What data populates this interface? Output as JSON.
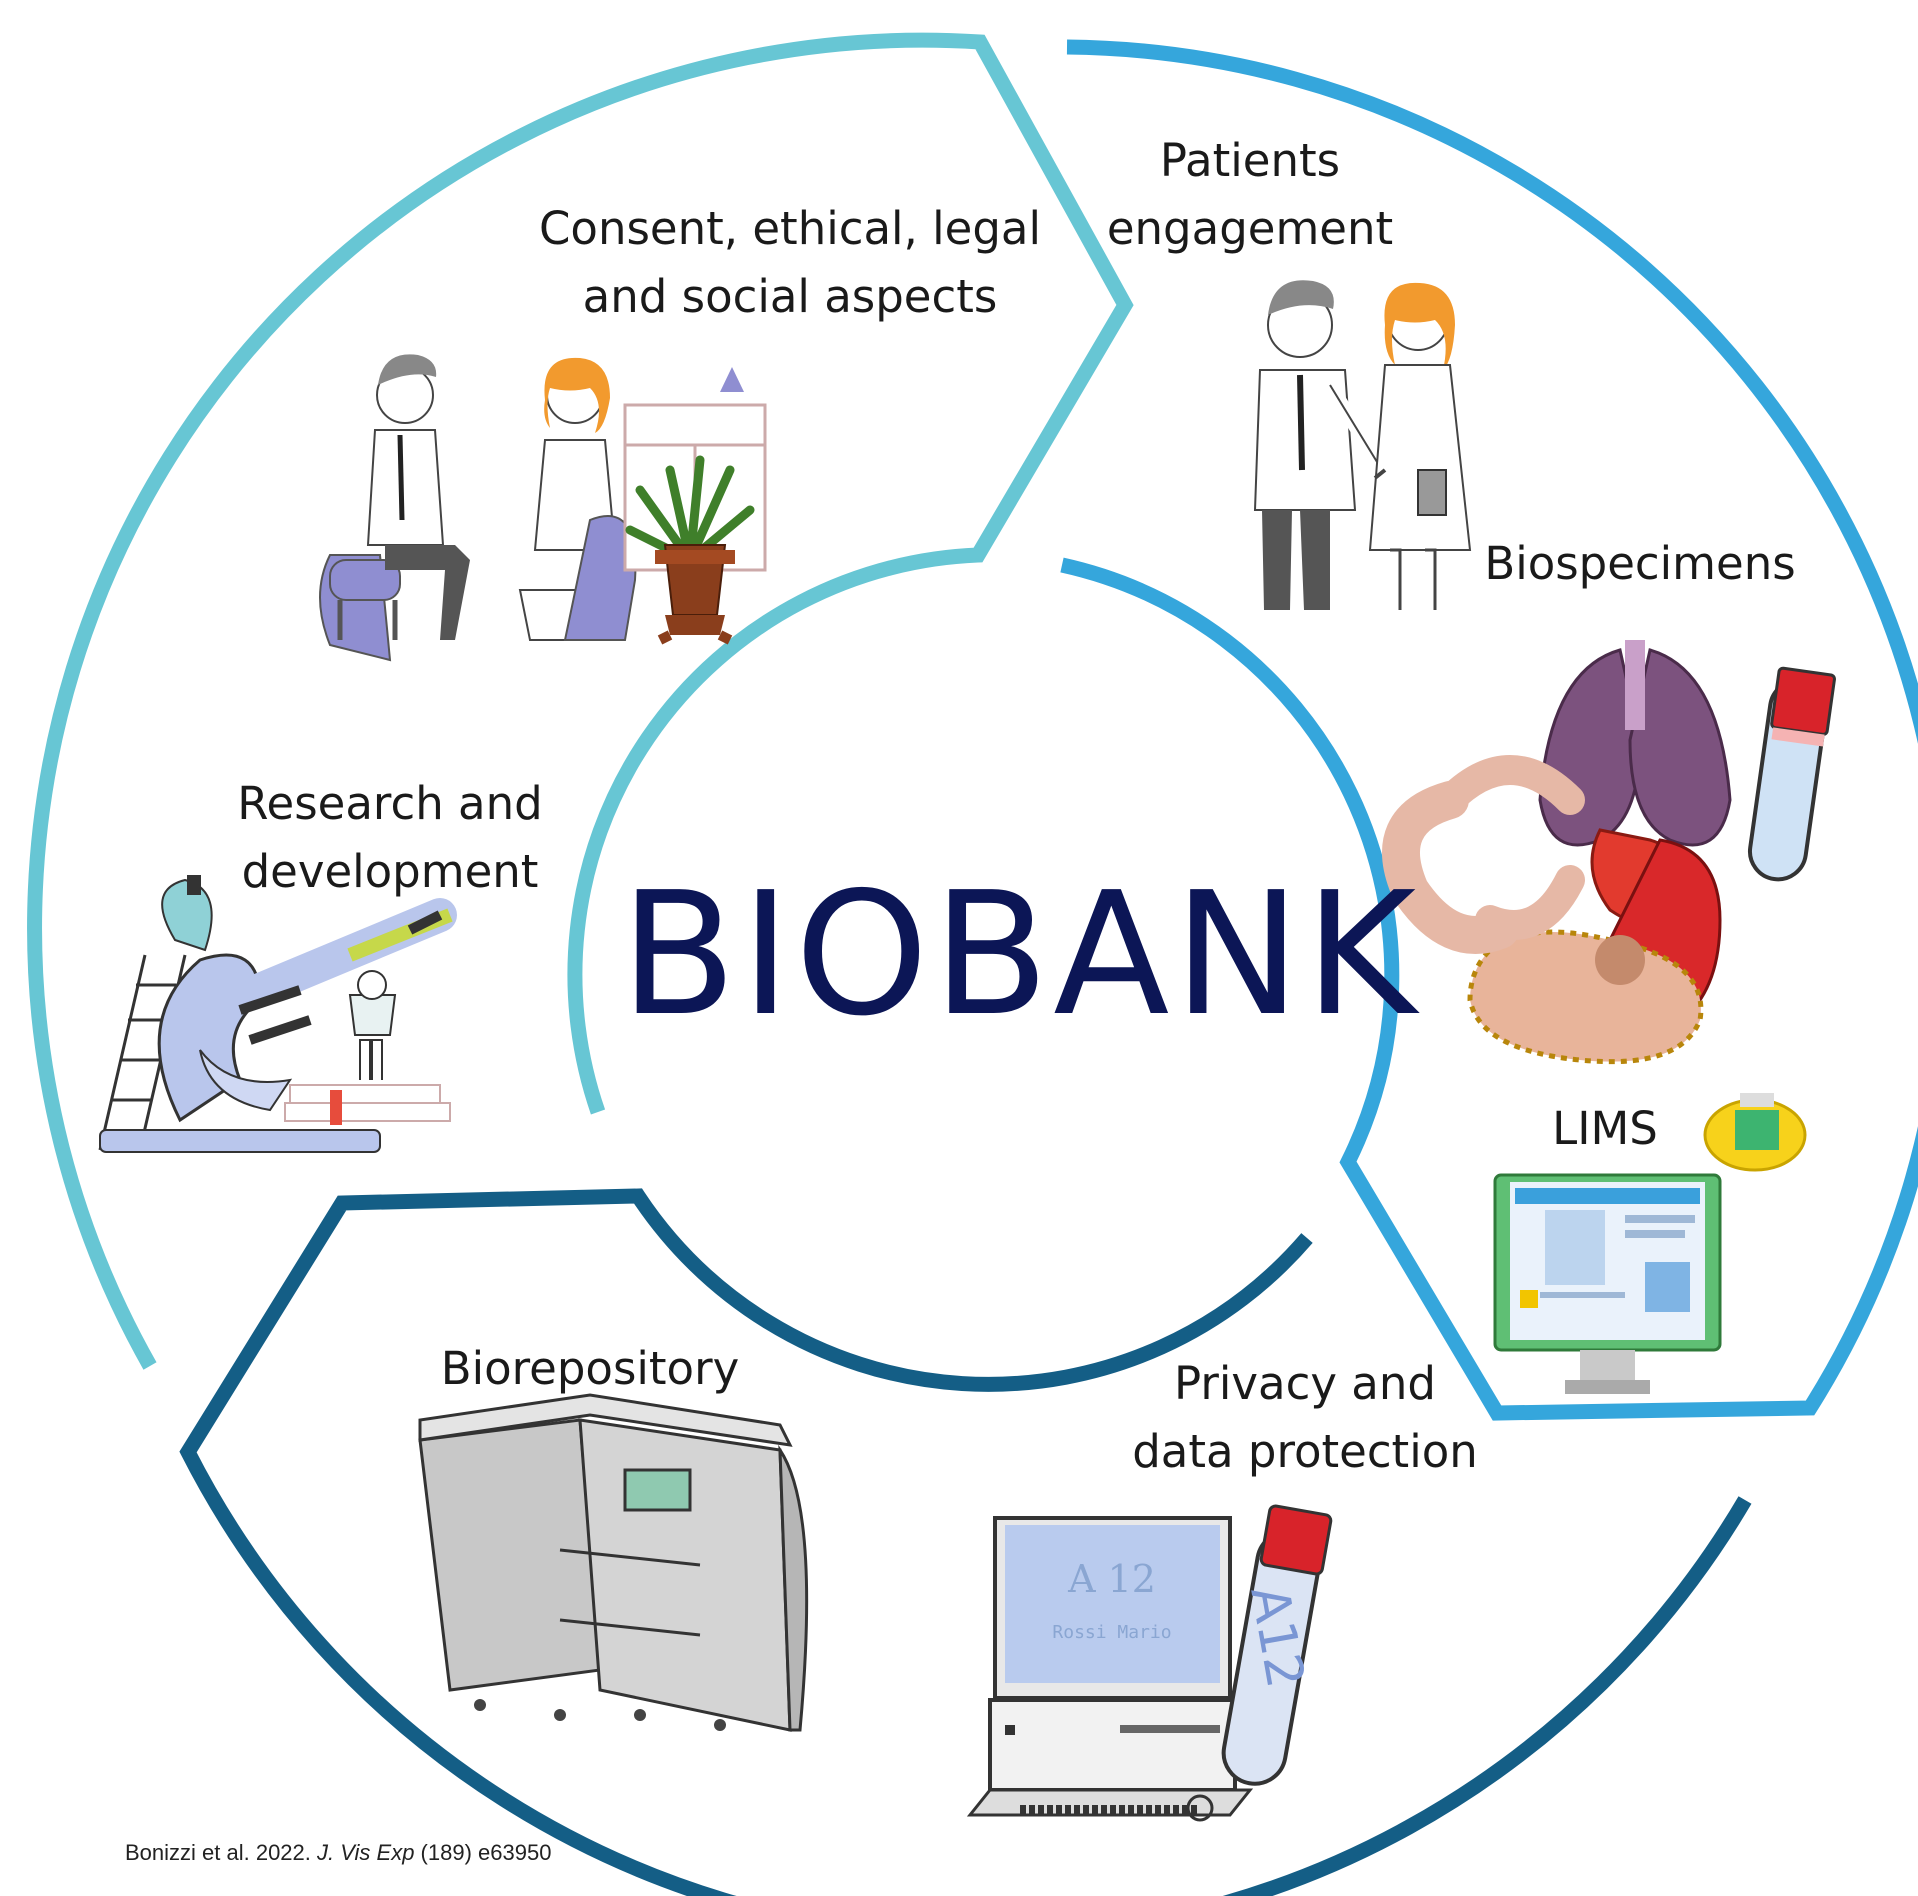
{
  "center": {
    "title": "BIOBANK",
    "color": "#0c1656"
  },
  "segments": [
    {
      "id": "consent",
      "lines": [
        "Consent, ethical, legal",
        "and social aspects"
      ],
      "color": "#67c6d4"
    },
    {
      "id": "patients",
      "lines": [
        "Patients",
        "engagement"
      ],
      "color": "#35a6dc"
    },
    {
      "id": "biospecimens",
      "lines": [
        "Biospecimens"
      ],
      "color": "#35a6dc"
    },
    {
      "id": "lims",
      "lines": [
        "LIMS"
      ],
      "color": "#35a6dc"
    },
    {
      "id": "privacy",
      "lines": [
        "Privacy and",
        "data protection"
      ],
      "color": "#145e86"
    },
    {
      "id": "biorepository",
      "lines": [
        "Biorepository"
      ],
      "color": "#145e86"
    },
    {
      "id": "research",
      "lines": [
        "Research and",
        "development"
      ],
      "color": "#67c6d4"
    }
  ],
  "screen_text": {
    "code": "A 12",
    "name": "Rossi Mario"
  },
  "tube_text": "A12",
  "citation": {
    "authors": "Bonizzi et al. 2022. ",
    "journal": "J. Vis Exp",
    "issue": " (189) e63950"
  },
  "icons": [
    "consultation-illustration-icon",
    "handshake-illustration-icon",
    "organs-illustration-icon",
    "test-tube-icon",
    "lims-computer-icon",
    "freezer-icon",
    "data-terminal-icon",
    "microscope-illustration-icon"
  ]
}
